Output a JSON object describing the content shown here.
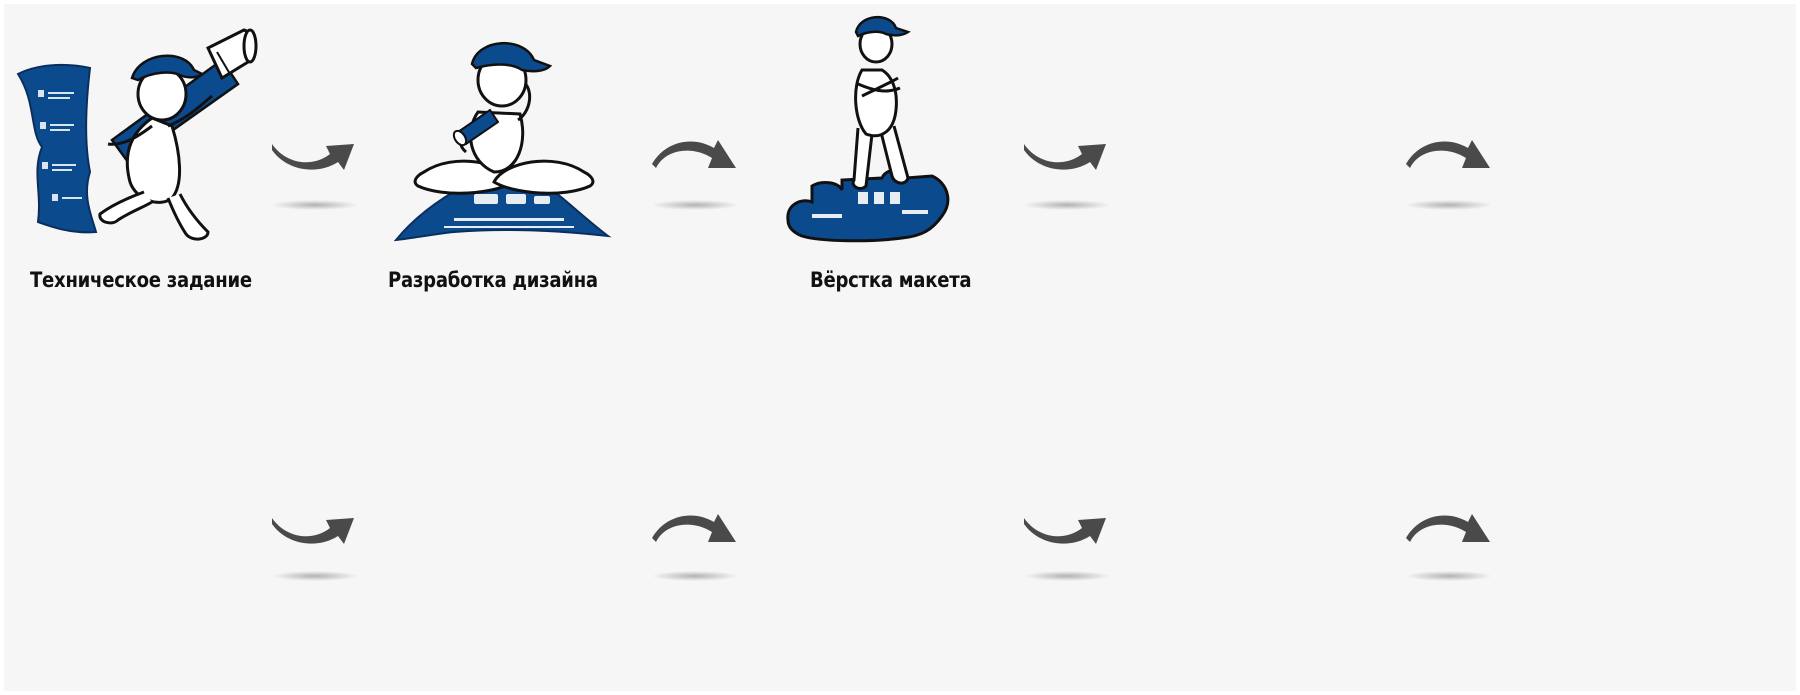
{
  "colors": {
    "background": "#f6f6f6",
    "brand_blue": "#0c4a8e",
    "arrow_gray": "#4a4a4a",
    "outline": "#111111"
  },
  "steps": [
    {
      "label": "Техническое задание",
      "illustration": "person-with-telescope-and-document-illustration"
    },
    {
      "label": "Разработка дизайна",
      "illustration": "person-sitting-with-design-sheet-illustration"
    },
    {
      "label": "Вёрстка макета",
      "illustration": "person-standing-on-puzzle-illustration"
    }
  ],
  "arrows": {
    "row1": [
      {
        "direction": "down-curve"
      },
      {
        "direction": "up-curve"
      },
      {
        "direction": "down-curve"
      },
      {
        "direction": "up-curve"
      }
    ],
    "row2": [
      {
        "direction": "down-curve"
      },
      {
        "direction": "up-curve"
      },
      {
        "direction": "down-curve"
      },
      {
        "direction": "up-curve"
      }
    ]
  }
}
